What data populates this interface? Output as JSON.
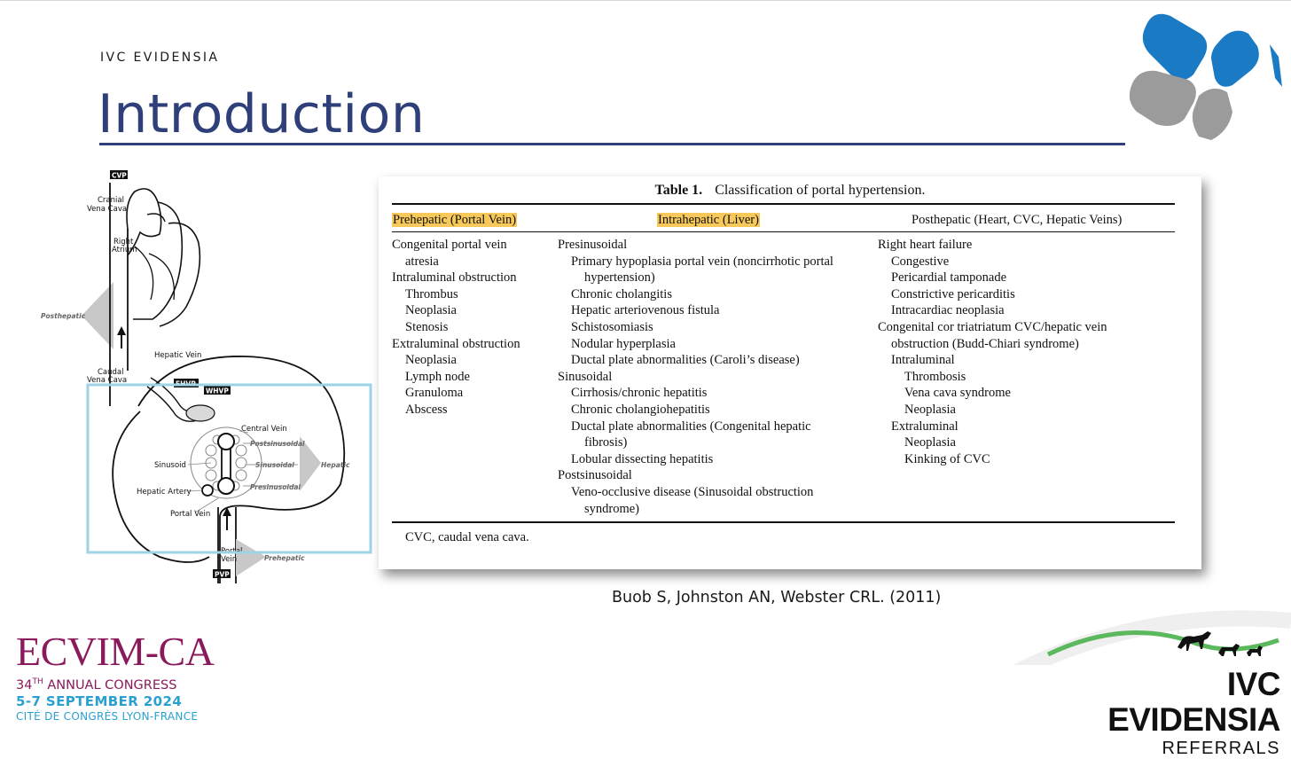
{
  "header": {
    "kicker": "IVC EVIDENSIA",
    "title": "Introduction"
  },
  "diagram": {
    "badges": {
      "cvp": "CVP",
      "whvp": "WHVP",
      "fhvp": "FHVP",
      "pvp": "PVP"
    },
    "labels": {
      "cranial": "Cranial",
      "vena_cava": "Vena Cava",
      "right": "Right",
      "atrium": "Atrium",
      "posthepatic": "Posthepatic",
      "hepatic_vein": "Hepatic Vein",
      "caudal": "Caudal",
      "caudal_vena_cava": "Vena Cava",
      "central_vein": "Central Vein",
      "postsinusoidal": "Postsinusoidal",
      "sinusoid": "Sinusoid",
      "sinusoidal": "Sinusoidal",
      "hepatic": "Hepatic",
      "hepatic_artery": "Hepatic Artery",
      "presinusoidal": "Presinusoidal",
      "portal_vein": "Portal Vein",
      "portal": "Portal",
      "vein": "Vein",
      "prehepatic": "Prehepatic"
    },
    "highlight_color": "#9ed3e6"
  },
  "table": {
    "caption_bold": "Table 1.",
    "caption": "Classification of portal hypertension.",
    "headers": [
      "Prehepatic (Portal Vein)",
      "Intrahepatic (Liver)",
      "Posthepatic (Heart, CVC, Hepatic Veins)"
    ],
    "highlight_color": "#f7c85a",
    "col1": [
      {
        "text": "Congenital portal vein",
        "indent": 0
      },
      {
        "text": "atresia",
        "indent": 1
      },
      {
        "text": "Intraluminal obstruction",
        "indent": 0
      },
      {
        "text": "Thrombus",
        "indent": 1
      },
      {
        "text": "Neoplasia",
        "indent": 1
      },
      {
        "text": "Stenosis",
        "indent": 1
      },
      {
        "text": "Extraluminal obstruction",
        "indent": 0
      },
      {
        "text": "Neoplasia",
        "indent": 1
      },
      {
        "text": "Lymph node",
        "indent": 1
      },
      {
        "text": "Granuloma",
        "indent": 1
      },
      {
        "text": "Abscess",
        "indent": 1
      }
    ],
    "col2": [
      {
        "text": "Presinusoidal",
        "indent": 0
      },
      {
        "text": "Primary hypoplasia portal vein (noncirrhotic portal",
        "indent": 1
      },
      {
        "text": "hypertension)",
        "indent": 2
      },
      {
        "text": "Chronic cholangitis",
        "indent": 1
      },
      {
        "text": "Hepatic arteriovenous fistula",
        "indent": 1
      },
      {
        "text": "Schistosomiasis",
        "indent": 1
      },
      {
        "text": "Nodular hyperplasia",
        "indent": 1
      },
      {
        "text": "Ductal plate abnormalities (Caroli’s disease)",
        "indent": 1
      },
      {
        "text": "Sinusoidal",
        "indent": 0
      },
      {
        "text": "Cirrhosis/chronic hepatitis",
        "indent": 1
      },
      {
        "text": "Chronic cholangiohepatitis",
        "indent": 1
      },
      {
        "text": "Ductal plate abnormalities (Congenital hepatic",
        "indent": 1
      },
      {
        "text": "fibrosis)",
        "indent": 2
      },
      {
        "text": "Lobular dissecting hepatitis",
        "indent": 1
      },
      {
        "text": "Postsinusoidal",
        "indent": 0
      },
      {
        "text": "Veno-occlusive disease (Sinusoidal obstruction",
        "indent": 1
      },
      {
        "text": "syndrome)",
        "indent": 2
      }
    ],
    "col3": [
      {
        "text": "Right heart failure",
        "indent": 0
      },
      {
        "text": "Congestive",
        "indent": 1
      },
      {
        "text": "Pericardial tamponade",
        "indent": 1
      },
      {
        "text": "Constrictive pericarditis",
        "indent": 1
      },
      {
        "text": "Intracardiac neoplasia",
        "indent": 1
      },
      {
        "text": "Congenital cor triatriatum CVC/hepatic vein",
        "indent": 0
      },
      {
        "text": "obstruction (Budd-Chiari syndrome)",
        "indent": 1
      },
      {
        "text": "Intraluminal",
        "indent": 1
      },
      {
        "text": "Thrombosis",
        "indent": 2
      },
      {
        "text": "Vena cava syndrome",
        "indent": 2
      },
      {
        "text": "Neoplasia",
        "indent": 2
      },
      {
        "text": "Extraluminal",
        "indent": 1
      },
      {
        "text": "Neoplasia",
        "indent": 2
      },
      {
        "text": "Kinking of CVC",
        "indent": 2
      }
    ],
    "footnote": "CVC, caudal vena cava."
  },
  "citation": "Buob S, Johnston AN, Webster CRL. (2011)",
  "congress": {
    "name": "ECVIM-CA",
    "line2_num": "34",
    "line2_sup": "TH",
    "line2_rest": " ANNUAL CONGRESS",
    "line3": "5-7 SEPTEMBER 2024",
    "line4": "CITÉ DE CONGRÈS LYON-FRANCE",
    "color_primary": "#8a1a5c",
    "color_secondary": "#2aa0d0"
  },
  "brand": {
    "name": "IVC EVIDENSIA",
    "sub": "REFERRALS",
    "logo_colors": {
      "blue": "#1a7ac4",
      "gray": "#9b9b9b",
      "green": "#5cb85c"
    }
  }
}
